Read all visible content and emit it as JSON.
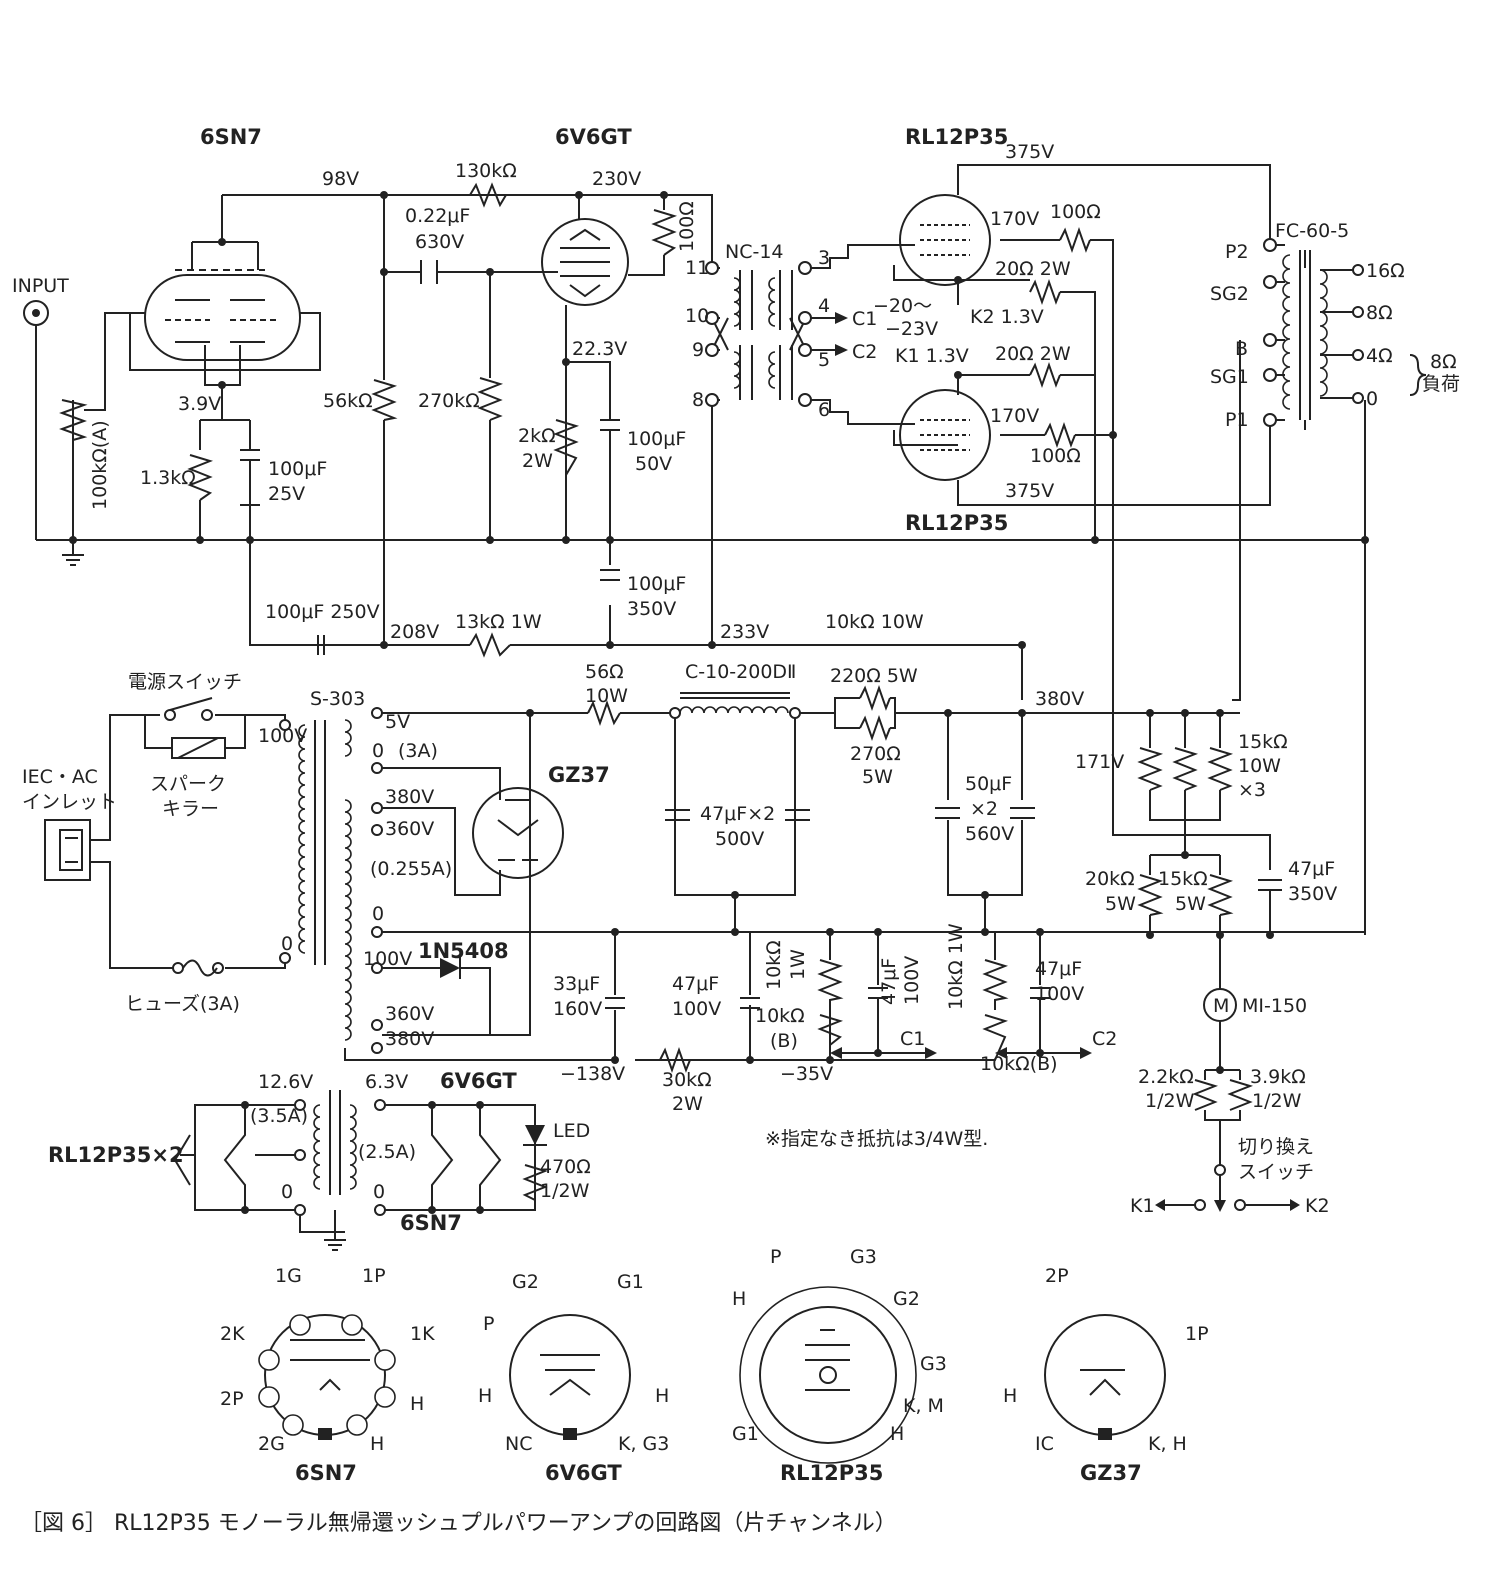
{
  "tubes": {
    "t6sn7": "6SN7",
    "t6v6gt": "6V6GT",
    "trl_top": "RL12P35",
    "trl_bot": "RL12P35",
    "tgz37": "GZ37"
  },
  "input": {
    "label": "INPUT",
    "vol": "100kΩ(A)"
  },
  "driver": {
    "v98": "98V",
    "v39": "3.9V",
    "r13k": "1.3kΩ",
    "c100a": "100μF",
    "c100a_v": "25V",
    "r56k": "56kΩ",
    "r270k": "270kΩ",
    "c022": "0.22μF",
    "c022_v": "630V",
    "r130k": "130kΩ",
    "v230": "230V",
    "r100": "100Ω",
    "v223": "22.3V",
    "r2k": "2kΩ",
    "r2k_w": "2W",
    "c100b": "100μF",
    "c100b_v": "50V"
  },
  "transformer_nc": {
    "name": "NC-14",
    "p11": "11",
    "p10": "10",
    "p9": "9",
    "p8": "8",
    "p3": "3",
    "p4": "4",
    "p5": "5",
    "p6": "6",
    "c1": "C1",
    "c2": "C2",
    "bias": "−20〜",
    "bias2": "−23V"
  },
  "output": {
    "v375a": "375V",
    "v375b": "375V",
    "v170a": "170V",
    "v170b": "170V",
    "r100a": "100Ω",
    "r100b": "100Ω",
    "r20a": "20Ω 2W",
    "r20b": "20Ω 2W",
    "k2": "K2 1.3V",
    "k1": "K1 1.3V",
    "ot": "FC-60-5",
    "p2": "P2",
    "sg2": "SG2",
    "b": "B",
    "sg1": "SG1",
    "p1": "P1",
    "o16": "16Ω",
    "o8": "8Ω",
    "o4": "4Ω",
    "o0": "0",
    "load": "8Ω",
    "load2": "負荷"
  },
  "supply": {
    "c100c": "100μF 250V",
    "v208": "208V",
    "r13k1w": "13kΩ 1W",
    "c100d": "100μF",
    "c100d_v": "350V",
    "v233": "233V",
    "r10k10w": "10kΩ 10W",
    "r56": "56Ω",
    "r56_w": "10W",
    "choke": "C-10-200DⅡ",
    "r220": "220Ω 5W",
    "r270": "270Ω",
    "r270_w": "5W",
    "v380": "380V",
    "c47x2": "47μF×2",
    "c47x2_v": "500V",
    "c50": "50μF",
    "c50x": "×2",
    "c50_v": "560V",
    "v171": "171V",
    "r15k": "15kΩ",
    "r15k_w": "10W",
    "r15k_n": "×3",
    "r20k": "20kΩ",
    "r20k_w": "5W",
    "r15k5": "15kΩ",
    "r15k5_w": "5W",
    "c47b": "47μF",
    "c47b_v": "350V",
    "meter": "M",
    "meter_name": "MI-150",
    "r22k": "2.2kΩ",
    "r22k_w": "1/2W",
    "r39k": "3.9kΩ",
    "r39k_w": "1/2W",
    "sw": "切り換え",
    "sw2": "スイッチ",
    "k1": "K1",
    "k2": "K2"
  },
  "power": {
    "pt": "S-303",
    "sw_label": "電源スイッチ",
    "spark": "スパーク",
    "spark2": "キラー",
    "iec": "IEC・AC",
    "iec2": "インレット",
    "fuse": "ヒューズ(3A)",
    "v100": "100V",
    "p0": "0",
    "v5": "5V",
    "p0b": "0",
    "a3": "(3A)",
    "v380": "380V",
    "v360": "360V",
    "a0255": "(0.255A)",
    "p0c": "0",
    "v100b": "100V",
    "diode": "1N5408",
    "v360b": "360V",
    "v380b": "380V"
  },
  "bias": {
    "c33": "33μF",
    "c33_v": "160V",
    "c47c": "47μF",
    "c47c_v": "100V",
    "r10k1w": "10kΩ",
    "r10k1w_w": "1W",
    "c47d": "47μF",
    "c47d_v": "100V",
    "r10kb": "10kΩ",
    "r10kb_b": "(B)",
    "r10k1w2": "10kΩ 1W",
    "c47e": "47μF",
    "c47e_v": "100V",
    "r10kb2": "10kΩ(B)",
    "c1": "C1",
    "c2": "C2",
    "v138": "−138V",
    "r30k": "30kΩ",
    "r30k_w": "2W",
    "v35": "−35V"
  },
  "heater": {
    "v126": "12.6V",
    "a35": "(3.5A)",
    "p0d": "0",
    "rlx2": "RL12P35×2",
    "v63": "6.3V",
    "a25": "(2.5A)",
    "p0e": "0",
    "h6v6": "6V6GT",
    "h6sn7": "6SN7",
    "led": "LED",
    "r470": "470Ω",
    "r470_w": "1/2W"
  },
  "note": "※指定なき抵抗は3/4W型.",
  "pinouts": {
    "sn7": {
      "name": "6SN7",
      "p1g": "1G",
      "p1p": "1P",
      "p2k": "2K",
      "p1k": "1K",
      "p2p": "2P",
      "ph": "H",
      "p2g": "2G",
      "ph2": "H"
    },
    "v6": {
      "name": "6V6GT",
      "g2": "G2",
      "g1": "G1",
      "p": "P",
      "h": "H",
      "h2": "H",
      "nc": "NC",
      "kg3": "K, G3"
    },
    "rl": {
      "name": "RL12P35",
      "p": "P",
      "g3": "G3",
      "h": "H",
      "g2": "G2",
      "g3b": "G3",
      "km": "K, M",
      "g1": "G1",
      "h2": "H"
    },
    "gz": {
      "name": "GZ37",
      "p2p": "2P",
      "p1p": "1P",
      "h": "H",
      "ic": "IC",
      "kh": "K, H"
    }
  },
  "caption": "［図 6］ RL12P35 モノーラル無帰還ッシュプルパワーアンプの回路図（片チャンネル）"
}
